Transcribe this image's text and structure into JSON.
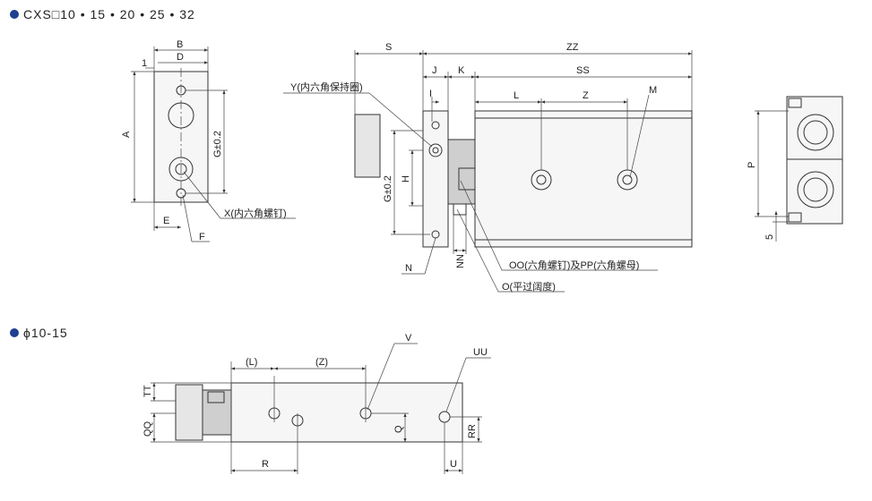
{
  "headings": {
    "series": "CXS□10 • 15 • 20 • 25 • 32",
    "size_range": "ϕ10-15"
  },
  "colors": {
    "line": "#333333",
    "bullet": "#1f3f8f",
    "background": "#ffffff"
  },
  "labels": {
    "B": "B",
    "D": "D",
    "one": "1",
    "A": "A",
    "G": "G±0.2",
    "E": "E",
    "F": "F",
    "X": "X(内六角螺钉)",
    "S": "S",
    "ZZ": "ZZ",
    "J": "J",
    "K": "K",
    "SS": "SS",
    "I": "I",
    "L": "L",
    "Z": "Z",
    "M": "M",
    "Y": "Y(内六角保持圈)",
    "H": "H",
    "N": "N",
    "NN": "NN",
    "OO": "OO(六角螺钉)及PP(六角螺母)",
    "O": "O(平过阔度)",
    "P": "P",
    "five": "5",
    "L_paren": "(L)",
    "Z_paren": "(Z)",
    "V": "V",
    "UU": "UU",
    "TT": "TT",
    "QQ": "QQ",
    "Q": "Q",
    "RR": "RR",
    "R": "R",
    "U": "U"
  }
}
